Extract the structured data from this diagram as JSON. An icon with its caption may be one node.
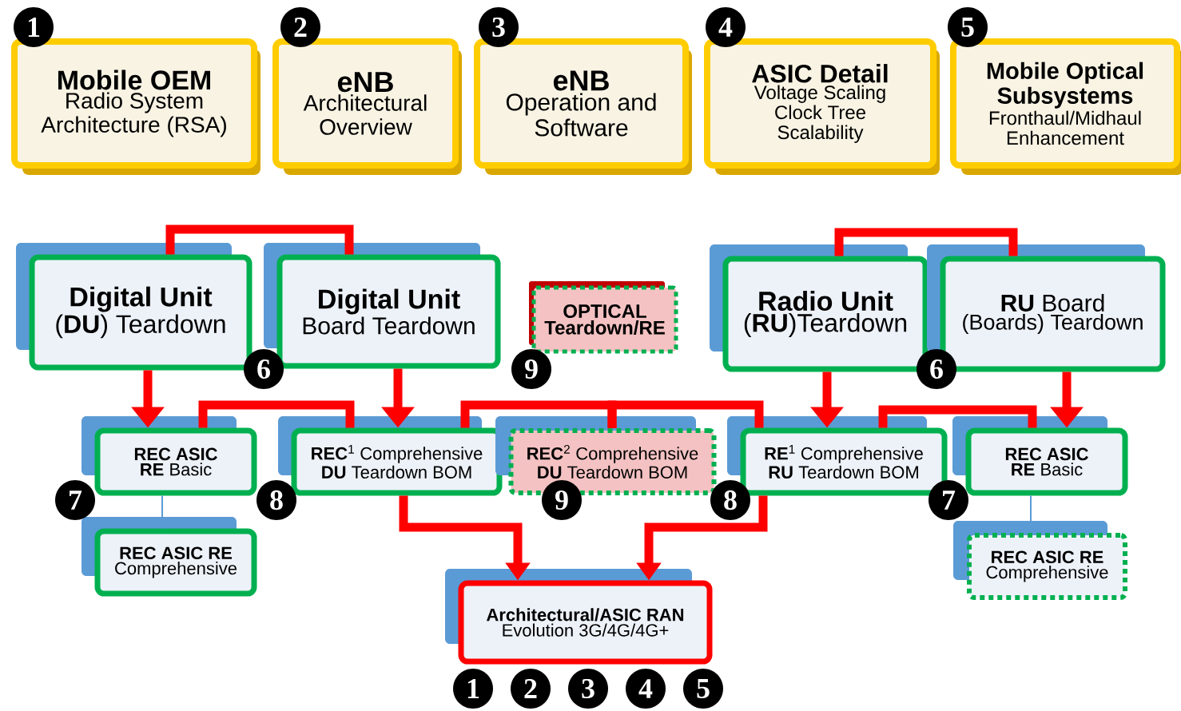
{
  "diagram": {
    "nodes": [
      {
        "text": [
          "Mobile OEM",
          "Radio System Architecture (RSA)"
        ],
        "beside": [
          "1"
        ]
      },
      {
        "text": [
          "eNB",
          "Architectural Overview"
        ],
        "beside": [
          "2"
        ]
      },
      {
        "text": [
          "eNB",
          "Operation and Software"
        ],
        "beside": [
          "3"
        ]
      },
      {
        "text": [
          "ASIC Detail",
          "Voltage Scaling Clock Tree Scalability"
        ],
        "beside": [
          "4"
        ]
      },
      {
        "text": [
          "Mobile Optical Subsystems",
          "Fronthaul/Midhaul Enhancement"
        ],
        "beside": [
          "5"
        ]
      },
      {
        "text": [
          "Digital Unit",
          "(**DU**) Teardown"
        ],
        "beside": [
          "6"
        ]
      },
      {
        "text": [
          "Digital Unit",
          "Board Teardown"
        ]
      },
      {
        "text": [
          "OPTICAL",
          "Teardown/RE"
        ],
        "beside": [
          "9"
        ]
      },
      {
        "text": [
          "Radio Unit",
          "(**RU**)Teardown"
        ],
        "beside": [
          "6"
        ]
      },
      {
        "text": [
          "**RU** Board",
          "(Boards) Teardown"
        ]
      },
      {
        "text": [
          "REC ASIC",
          "**RE** Basic"
        ],
        "beside": [
          "7"
        ]
      },
      {
        "text": [
          "**REC**$^{1}$ Comprehensive",
          "**DU** Teardown BOM"
        ],
        "beside": [
          "8"
        ]
      },
      {
        "text": [
          "**REC**$^{2}$ Comprehensive",
          "**DU** Teardown BOM"
        ],
        "beside": [
          "9"
        ]
      },
      {
        "text": [
          "**RE**$^{1}$ Comprehensive",
          "**RU** Teardown BOM"
        ],
        "beside": [
          "8"
        ]
      },
      {
        "text": [
          "REC ASIC",
          "**RE** Basic"
        ],
        "beside": [
          "7"
        ]
      },
      {
        "text": [
          "REC ASIC RE",
          "Comprehensive"
        ]
      },
      {
        "text": [
          "REC ASIC RE",
          "Comprehensive"
        ]
      },
      {
        "text": [
          "Architectural/ASIC RAN",
          "Evolution 3G/4G/4G+"
        ],
        "beside": [
          "1",
          "2",
          "3",
          "4",
          "5"
        ]
      }
    ],
    "edges": [
      {
        "from": 5,
        "to": 6,
        "arrow": "none"
      },
      {
        "from": 8,
        "to": 9,
        "arrow": "none"
      },
      {
        "from": 5,
        "to": 10,
        "arrow": "to"
      },
      {
        "from": 6,
        "to": 11,
        "arrow": "to"
      },
      {
        "from": 8,
        "to": 13,
        "arrow": "to"
      },
      {
        "from": 9,
        "to": 14,
        "arrow": "to"
      },
      {
        "from": 10,
        "to": 11,
        "arrow": "none"
      },
      {
        "from": 11,
        "to": 12,
        "arrow": "none"
      },
      {
        "from": 12,
        "to": 13,
        "arrow": "none"
      },
      {
        "from": 13,
        "to": 14,
        "arrow": "none"
      },
      {
        "from": 10,
        "to": 15,
        "arrow": "none",
        "color": "#5b9bd5"
      },
      {
        "from": 14,
        "to": 16,
        "arrow": "none",
        "color": "#5b9bd5"
      },
      {
        "from": 11,
        "to": 17,
        "arrow": "to"
      },
      {
        "from": 13,
        "to": 17,
        "arrow": "to"
      }
    ]
  }
}
